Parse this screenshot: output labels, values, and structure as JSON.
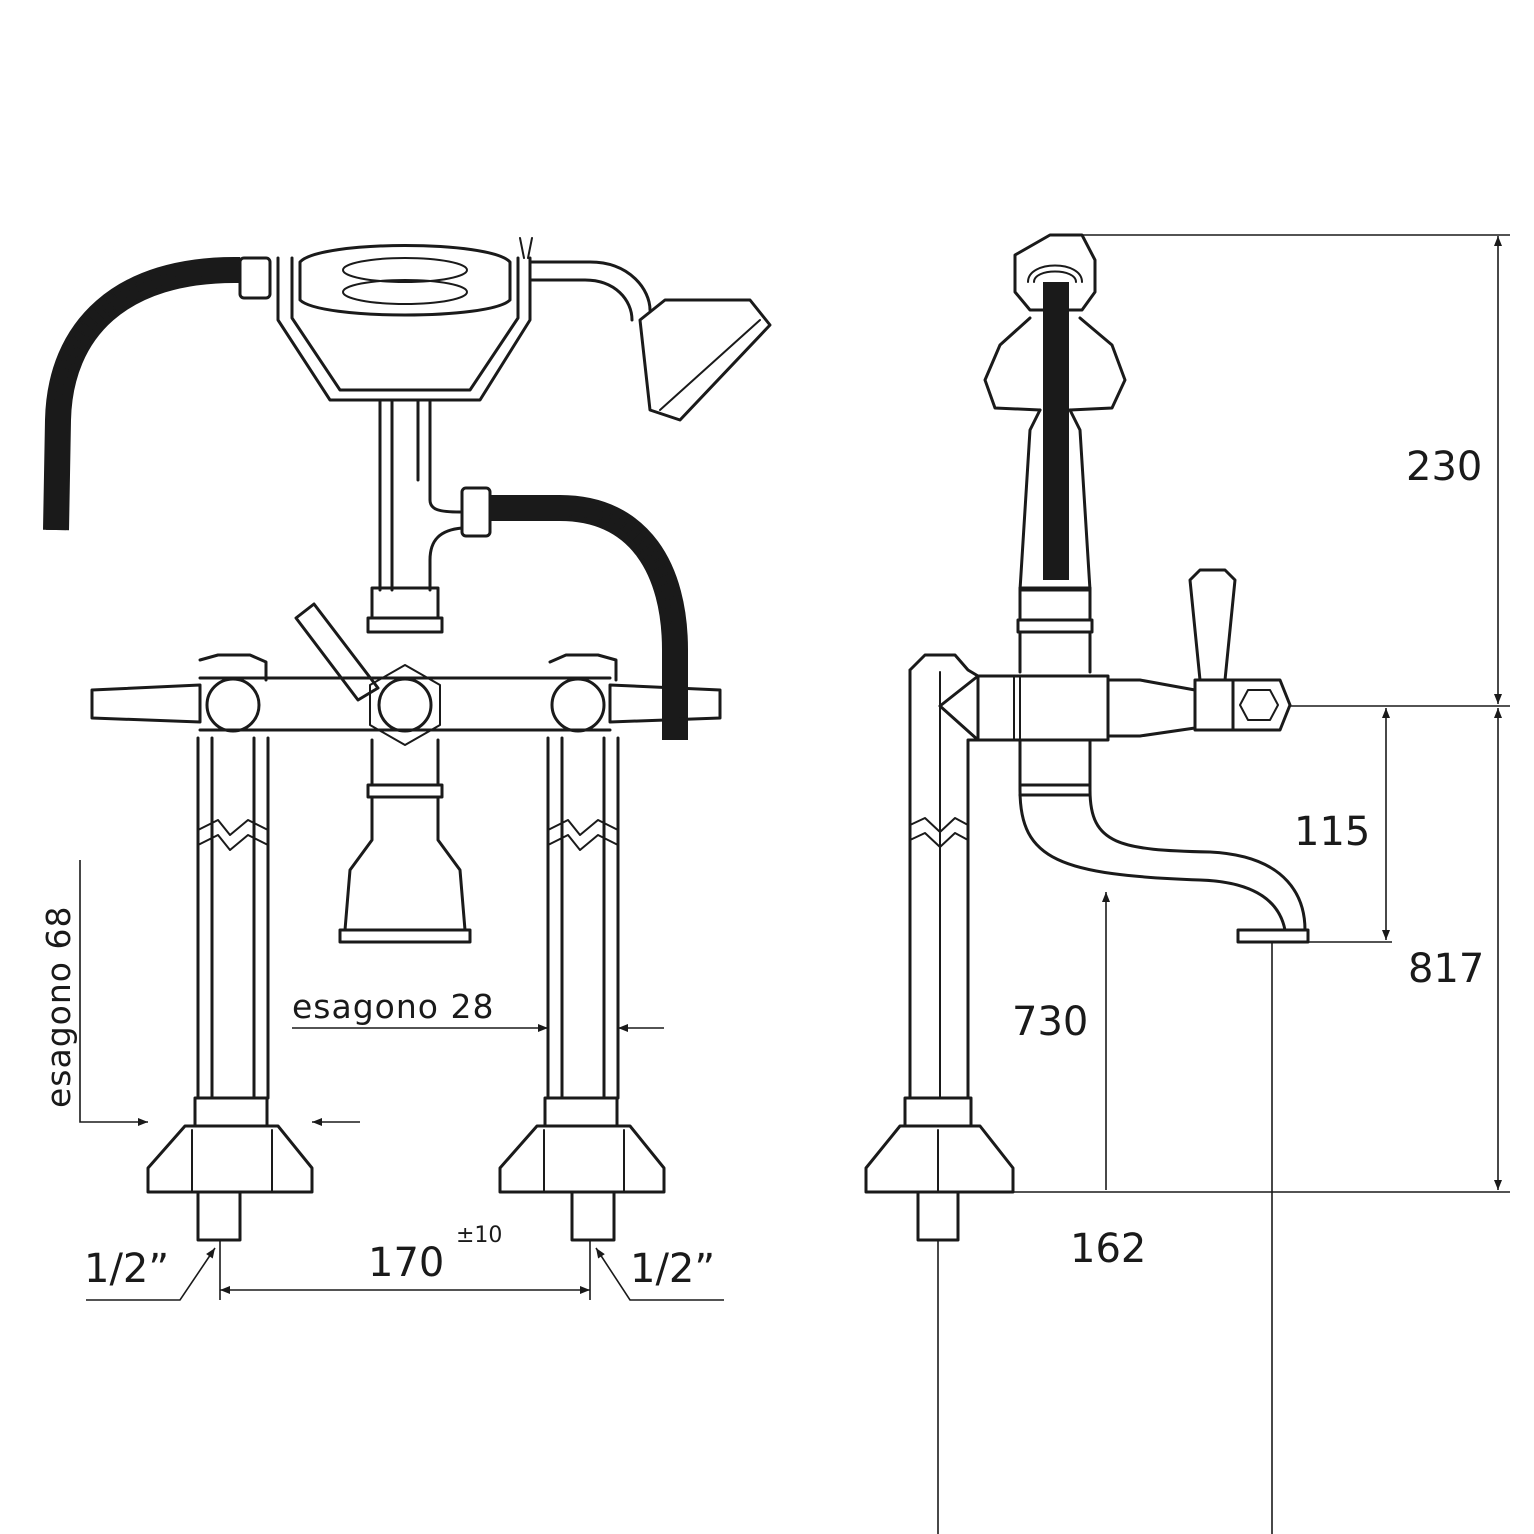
{
  "dimensions": {
    "front": {
      "hex_base_label": "esagono 68",
      "hex_leg_label": "esagono 28",
      "connection_left": "1/2”",
      "connection_right": "1/2”",
      "center_distance": "170",
      "center_tolerance": "±10"
    },
    "side": {
      "height_handshower": "230",
      "spout_drop": "115",
      "total_height": "817",
      "spout_height": "730",
      "spout_projection": "162"
    }
  },
  "colors": {
    "line": "#1a1a1a",
    "background": "#ffffff"
  }
}
